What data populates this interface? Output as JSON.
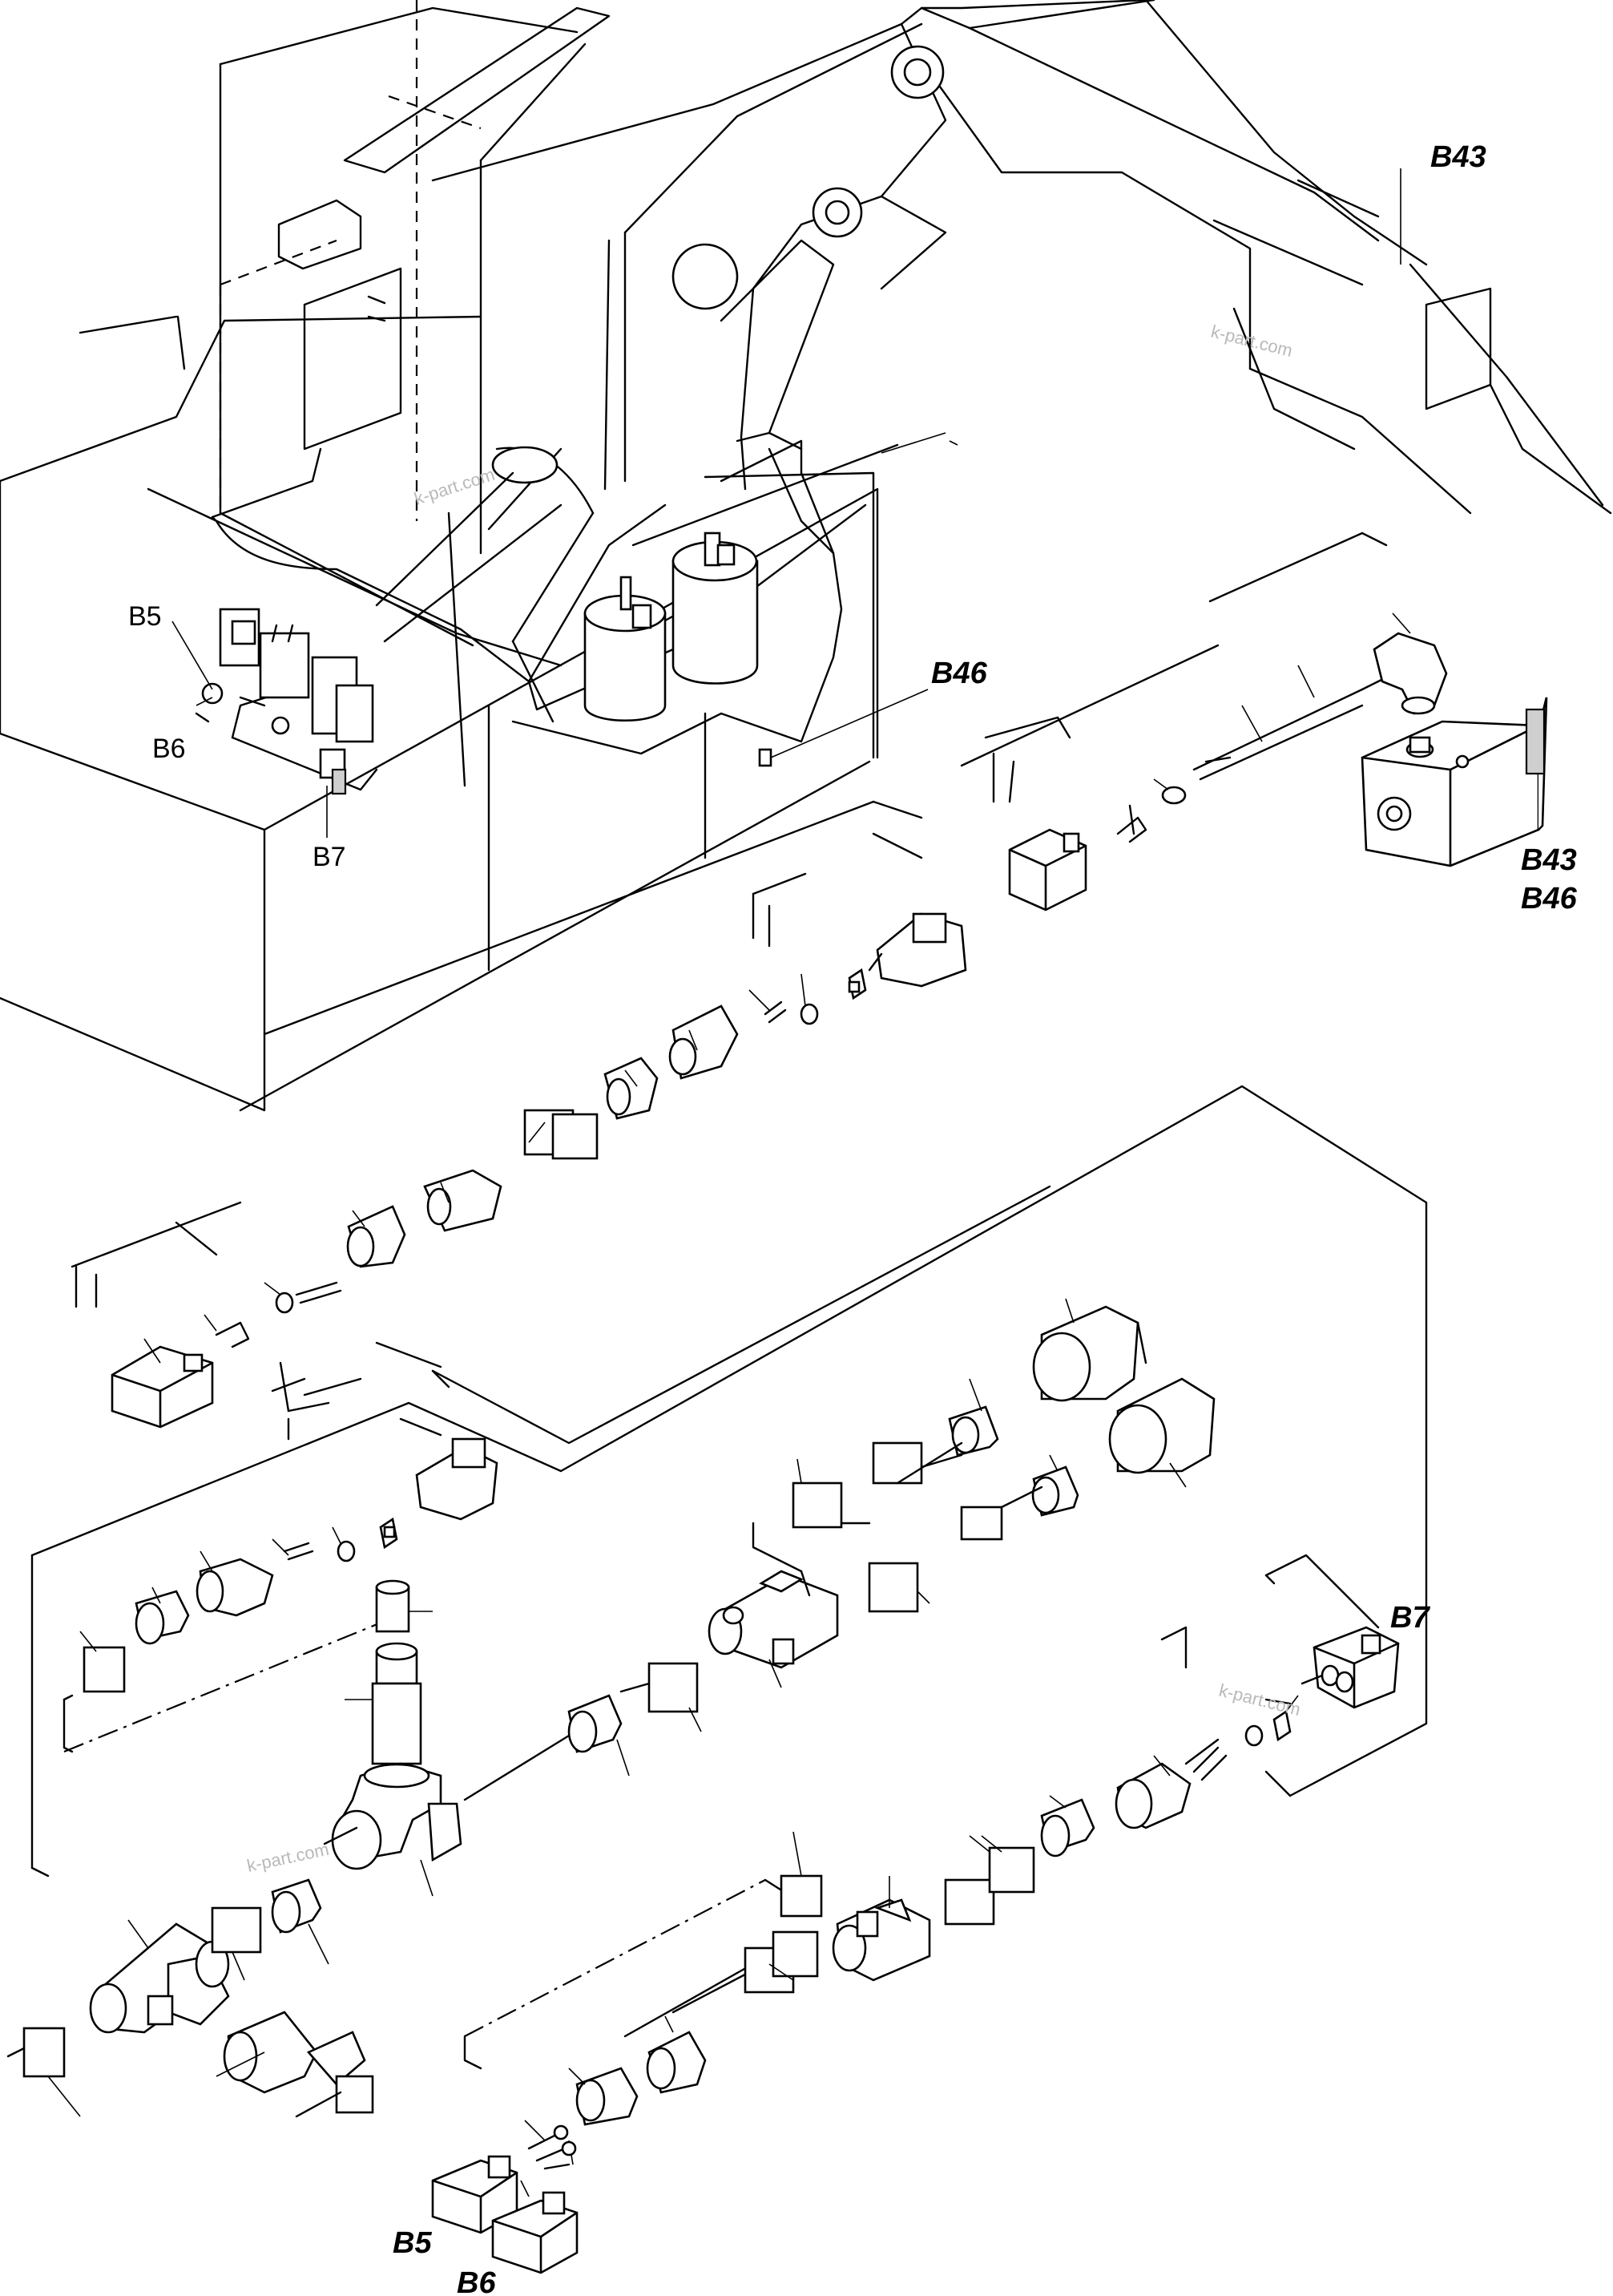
{
  "labels": {
    "b43_top": "B43",
    "b46_mid": "B46",
    "b5_top": "B5",
    "b6_top": "B6",
    "b7_top": "B7",
    "b43_right": "B43",
    "b46_right": "B46",
    "b7_right": "B7",
    "b5_bottom": "B5",
    "b6_bottom": "B6"
  },
  "watermarks": [
    "k-part.com",
    "k-part.com",
    "k-part.com",
    "k-part.com"
  ],
  "colors": {
    "line": "#000000",
    "background": "#ffffff",
    "watermark": "#b9b9b9"
  }
}
